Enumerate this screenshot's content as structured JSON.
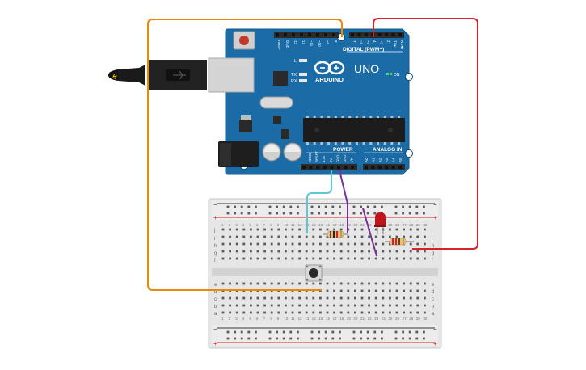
{
  "board": {
    "brand": "ARDUINO",
    "model": "UNO",
    "digital_header_label": "DIGITAL (PWM~)",
    "power_label": "POWER",
    "analog_label": "ANALOG IN",
    "on_label": "ON",
    "led_labels": [
      "L",
      "TX",
      "RX"
    ],
    "top_pins": [
      "AREF",
      "GND",
      "13",
      "12",
      "~11",
      "~10",
      "~9",
      "8",
      "7",
      "~6",
      "~5",
      "4",
      "~3",
      "2",
      "TX▸1",
      "RX◂0"
    ],
    "power_pins": [
      "IOREF",
      "RESET",
      "3.3V",
      "5V",
      "GND",
      "GND",
      "Vin"
    ],
    "analog_pins": [
      "A0",
      "A1",
      "A2",
      "A3",
      "A4",
      "A5"
    ]
  },
  "breadboard": {
    "columns": 30,
    "row_letters_top": [
      "j",
      "i",
      "h",
      "g",
      "f"
    ],
    "row_letters_bottom": [
      "e",
      "d",
      "c",
      "b",
      "a"
    ],
    "rail_minus": "−",
    "rail_plus": "+"
  },
  "wires": {
    "orange": "#e8890c",
    "red": "#d6232a",
    "cyan": "#5ec8d2",
    "purple": "#7b2f9a"
  },
  "colors": {
    "board_blue": "#1b6ba6",
    "breadboard": "#e4e4e4"
  },
  "icons": {
    "usb_cable": "usb-cable-icon",
    "led": "red-led-icon",
    "button": "pushbutton-icon"
  }
}
